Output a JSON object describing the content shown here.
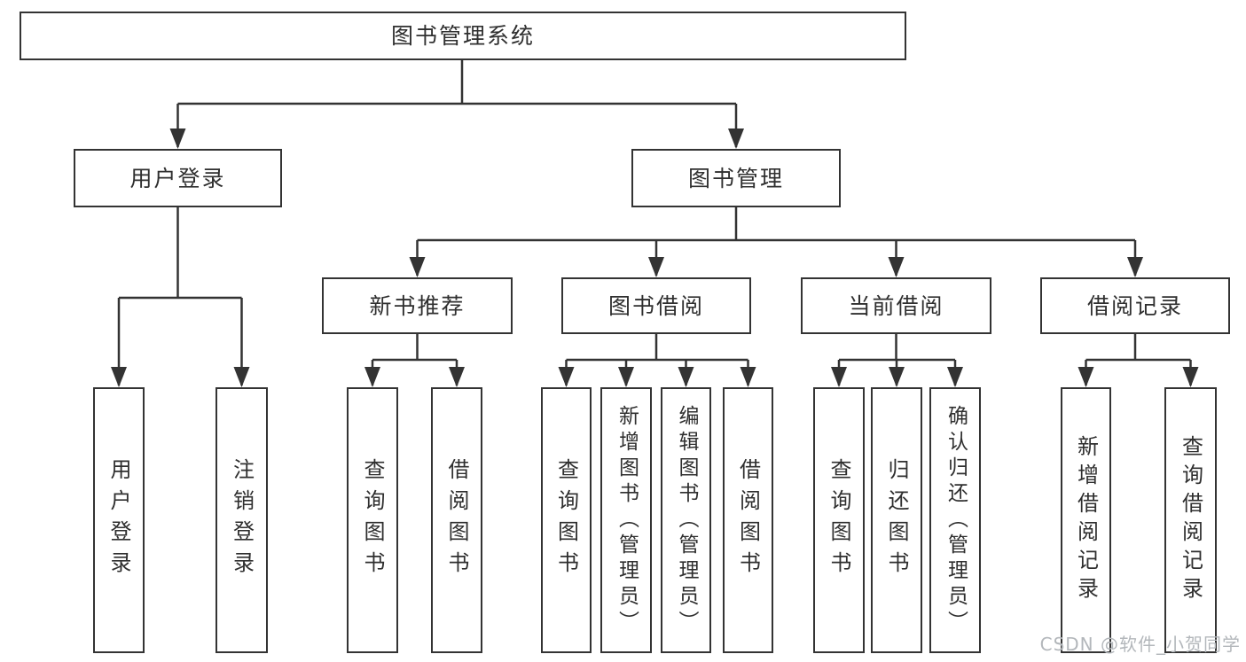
{
  "diagram": {
    "type": "hierarchy-diagram",
    "tree": {
      "root": {
        "label": "图书管理系统",
        "children": [
          {
            "label": "用户登录",
            "children": [
              {
                "label": "用户登录"
              },
              {
                "label": "注销登录"
              }
            ]
          },
          {
            "label": "图书管理",
            "children": [
              {
                "label": "新书推荐",
                "children": [
                  {
                    "label": "查询图书"
                  },
                  {
                    "label": "借阅图书"
                  }
                ]
              },
              {
                "label": "图书借阅",
                "children": [
                  {
                    "label": "查询图书"
                  },
                  {
                    "label": "新增图书（管理员）"
                  },
                  {
                    "label": "编辑图书（管理员）"
                  },
                  {
                    "label": "借阅图书"
                  }
                ]
              },
              {
                "label": "当前借阅",
                "children": [
                  {
                    "label": "查询图书"
                  },
                  {
                    "label": "归还图书"
                  },
                  {
                    "label": "确认归还（管理员）"
                  }
                ]
              },
              {
                "label": "借阅记录",
                "children": [
                  {
                    "label": "新增借阅记录"
                  },
                  {
                    "label": "查询借阅记录"
                  }
                ]
              }
            ]
          }
        ]
      }
    },
    "colors": {
      "line": "#333333",
      "box_border": "#333333",
      "box_fill": "#ffffff",
      "text": "#2f2f2f",
      "watermark": "#b3b7bb",
      "background": "#ffffff"
    }
  },
  "watermark": {
    "text": "CSDN @软件_小贺同学"
  }
}
